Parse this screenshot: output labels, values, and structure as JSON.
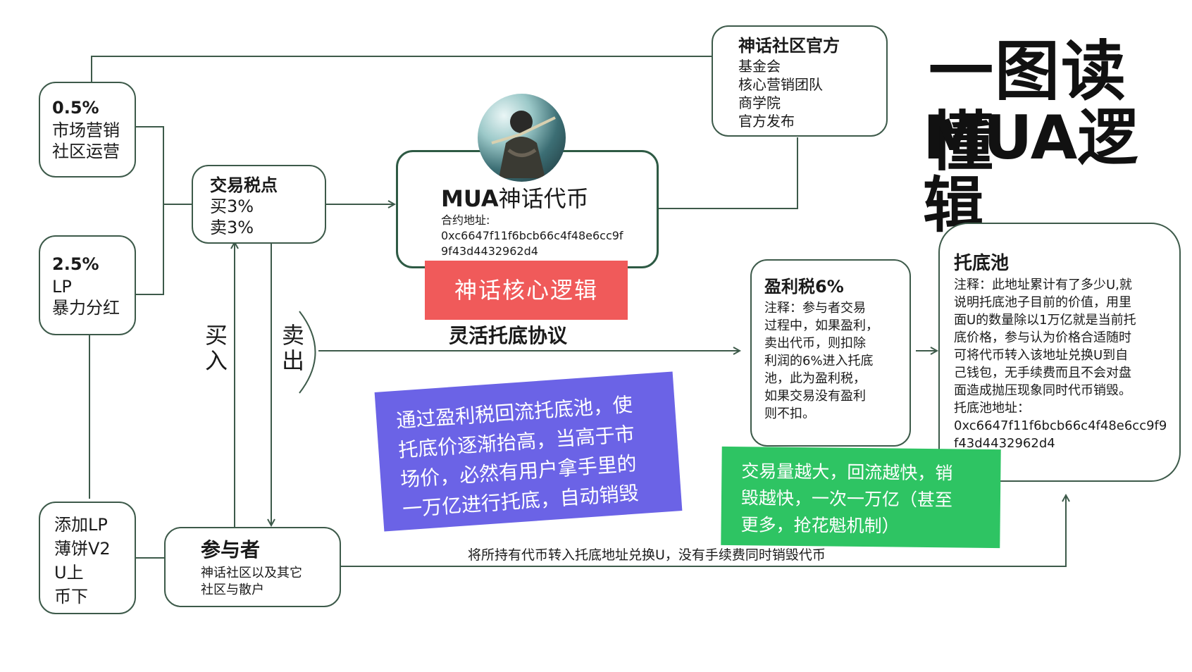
{
  "headline": {
    "line1": "一图读懂",
    "line2": "MUA逻辑"
  },
  "official": {
    "title": "神话社区官方",
    "items": [
      "基金会",
      "核心营销团队",
      "商学院",
      "官方发布"
    ]
  },
  "marketing": {
    "pct": "0.5%",
    "line1": "市场营销",
    "line2": "社区运营"
  },
  "lp_dividend": {
    "pct": "2.5%",
    "line1": "LP",
    "line2": "暴力分红"
  },
  "tax": {
    "title": "交易税点",
    "buy": "买3%",
    "sell": "卖3%"
  },
  "token": {
    "brand": "MUA",
    "name": "神话代币",
    "addr_label": "合约地址:",
    "addr1": "0xc6647f11f6bcb66c4f48e6cc9f",
    "addr2": "9f43d4432962d4",
    "avatar": "warrior-avatar"
  },
  "core_label": "神话核心逻辑",
  "protocol_label": "灵活托底协议",
  "buy_label": [
    "买",
    "入"
  ],
  "sell_label": [
    "卖",
    "出"
  ],
  "add_lp": {
    "lines": [
      "添加LP",
      "薄饼V2",
      "U上",
      "币下"
    ]
  },
  "participant": {
    "title": "参与者",
    "line1": "神话社区以及其它",
    "line2": "社区与散户"
  },
  "profit_tax": {
    "title": "盈利税6%",
    "lines": [
      "注释：参与者交易",
      "过程中，如果盈利，",
      "卖出代币，则扣除",
      "利润的6%进入托底",
      "池，此为盈利税，",
      "如果交易没有盈利",
      "则不扣。"
    ]
  },
  "pool": {
    "title": "托底池",
    "lines": [
      "注释：此地址累计有了多少U,就",
      "说明托底池子目前的价值，用里",
      "面U的数量除以1万亿就是当前托",
      "底价格，参与认为价格合适随时",
      "可将代币转入该地址兑换U到自",
      "己钱包，无手续费而且不会对盘",
      "面造成抛压现象同时代币销毁。",
      "托底池地址：",
      "0xc6647f11f6bcb66c4f48e6cc9f9",
      "f43d4432962d4"
    ]
  },
  "purple_note": {
    "lines": [
      "通过盈利税回流托底池，使",
      "托底价逐渐抬高，当高于市",
      "场价，必然有用户拿手里的",
      "一万亿进行托底，自动销毁"
    ]
  },
  "green_note": {
    "lines": [
      "交易量越大，回流越快，销",
      "毁越快，一次一万亿（甚至",
      "更多，抢花魁机制）"
    ]
  },
  "bottom_flow": "将所持有代币转入托底地址兑换U，没有手续费同时销毁代币",
  "colors": {
    "line": "#3d5a4a",
    "red_label": "#f05a5a",
    "purple_note": "#6b63e6",
    "green_note": "#2ec463"
  }
}
